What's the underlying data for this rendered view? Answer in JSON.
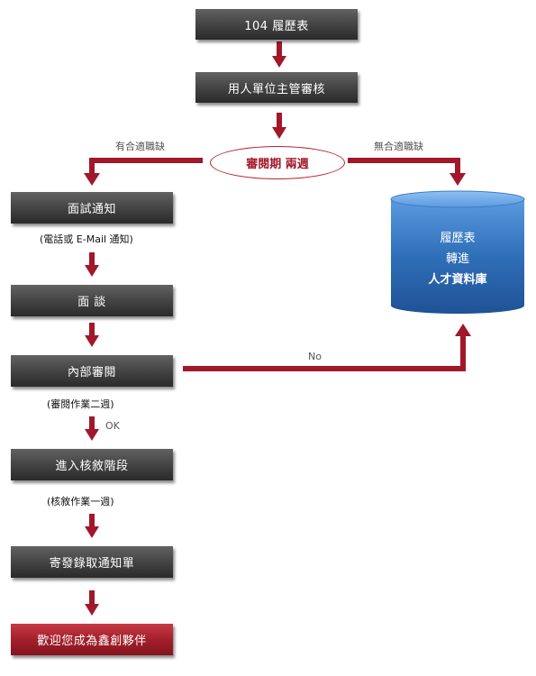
{
  "colors": {
    "box_dark": "#474747",
    "arrow_red": "#a0182a",
    "final_box": "#a3202b",
    "database_blue": "#2a6ab2"
  },
  "top": {
    "step1": "104 履歷表",
    "step2": "用人單位主管審核",
    "review_period": "審閱期 兩週",
    "branch_left": "有合適職缺",
    "branch_right": "無合適職缺"
  },
  "database": {
    "line1": "履歷表",
    "line2": "轉進",
    "line3": "人才資料庫"
  },
  "steps": {
    "interview_notice": "面試通知",
    "interview_notice_note": "(電話或 E-Mail 通知)",
    "interview": "面 談",
    "internal_review": "內部審閱",
    "internal_review_note": "(審閱作業二週)",
    "ok_label": "OK",
    "no_label": "No",
    "approval_stage": "進入核敘階段",
    "approval_note": "(核敘作業一週)",
    "send_offer": "寄發錄取通知單",
    "welcome": "歡迎您成為鑫創夥伴"
  }
}
